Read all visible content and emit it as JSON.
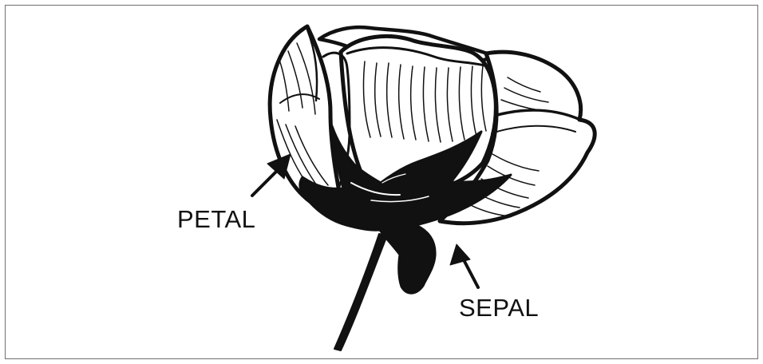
{
  "labels": {
    "petal": "PETAL",
    "sepal": "SEPAL"
  },
  "colors": {
    "ink": "#111111",
    "paper": "#ffffff",
    "frame": "#6f6f6f"
  },
  "illustration": {
    "icon": "rose-flower-illustration"
  }
}
